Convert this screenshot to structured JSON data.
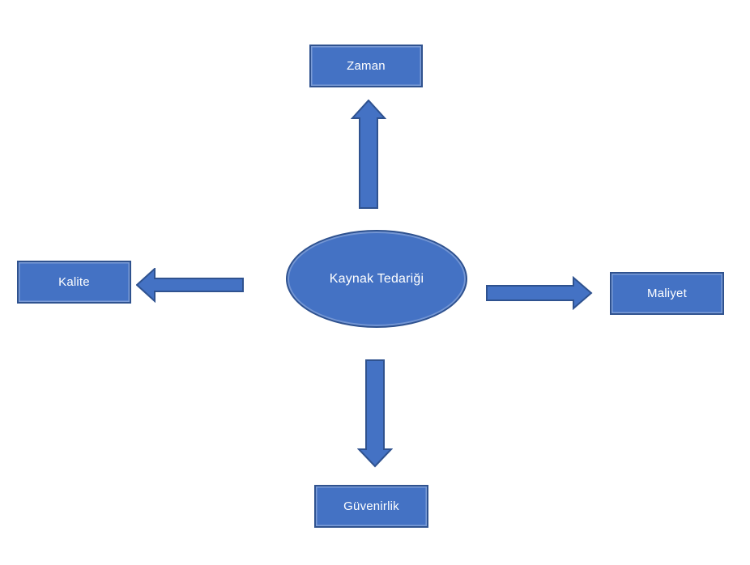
{
  "diagram": {
    "background": "#ffffff",
    "theme": {
      "fill": "#4472C4",
      "border": "#2F528F",
      "text_color": "#ffffff"
    },
    "center": {
      "label": "Kaynak Tedariği",
      "shape": "ellipse"
    },
    "nodes": {
      "top": {
        "label": "Zaman",
        "shape": "rectangle"
      },
      "left": {
        "label": "Kalite",
        "shape": "rectangle"
      },
      "right": {
        "label": "Maliyet",
        "shape": "rectangle"
      },
      "bottom": {
        "label": "Güvenirlik",
        "shape": "rectangle"
      }
    },
    "arrows": [
      {
        "direction": "up",
        "from": "center",
        "to": "top"
      },
      {
        "direction": "left",
        "from": "center",
        "to": "left"
      },
      {
        "direction": "right",
        "from": "center",
        "to": "right"
      },
      {
        "direction": "down",
        "from": "center",
        "to": "bottom"
      }
    ]
  }
}
